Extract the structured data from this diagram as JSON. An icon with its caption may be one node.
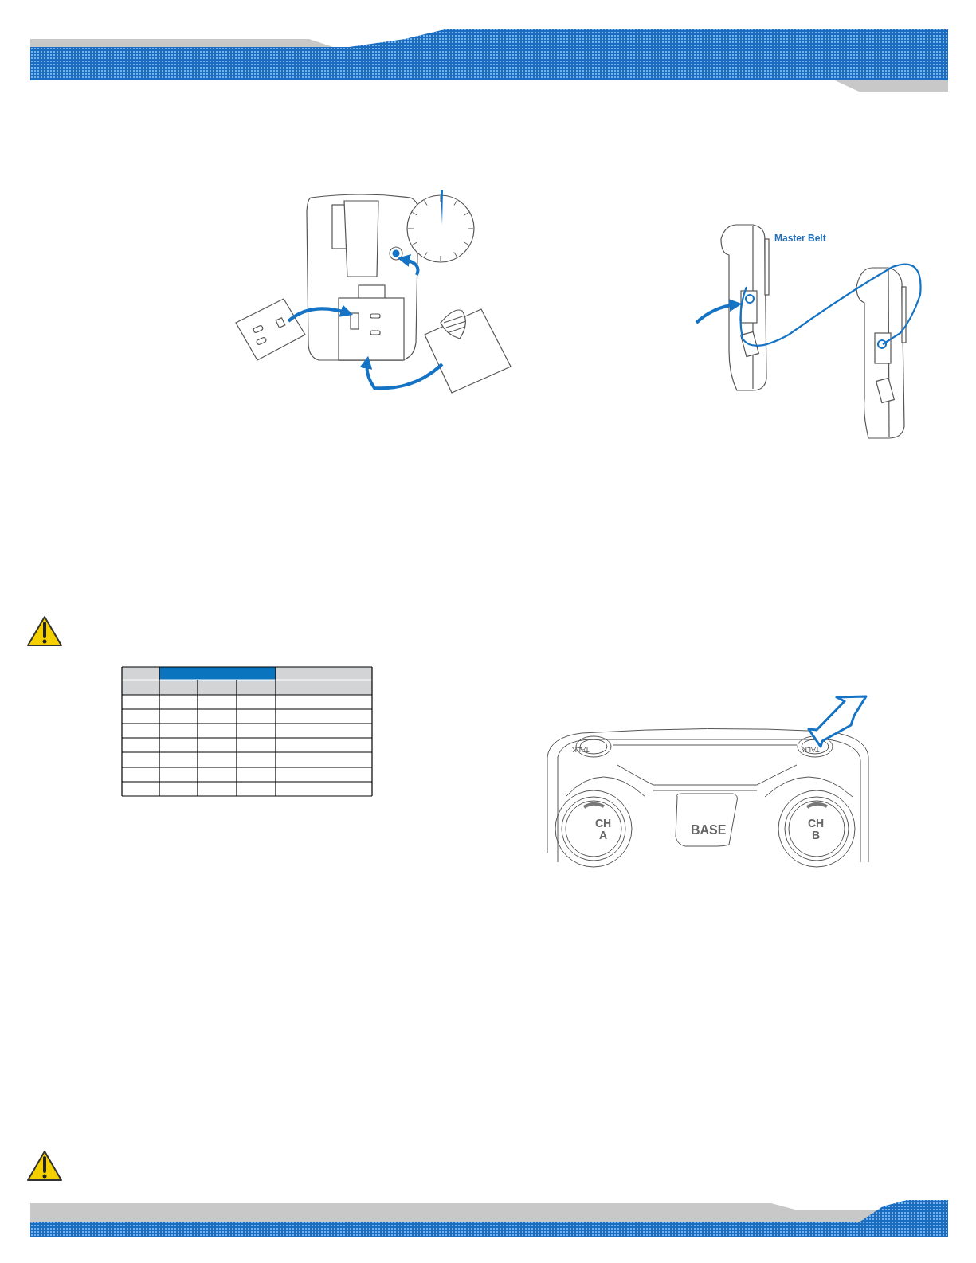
{
  "diagram": {
    "labels": [
      "Master Belt",
      "TALK",
      "TALK",
      "CH A",
      "BASE",
      "CH B"
    ]
  }
}
